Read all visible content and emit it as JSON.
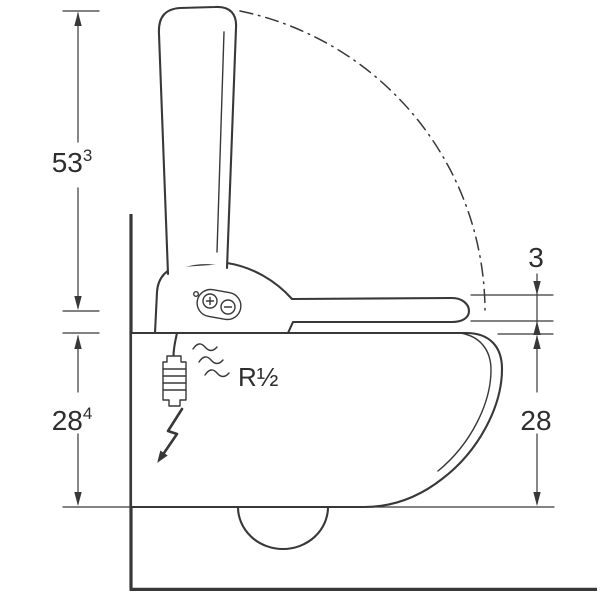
{
  "diagram": {
    "type": "technical-dimension-drawing",
    "subject": "wall-hung shower toilet, side view, lid open",
    "dimensions": {
      "lid_open_height": {
        "value": "53",
        "sup": "3"
      },
      "front_height_left": {
        "value": "28",
        "sup": "4"
      },
      "seat_front_thickness": {
        "value": "3",
        "sup": ""
      },
      "front_height_right": {
        "value": "28",
        "sup": ""
      }
    },
    "labels": {
      "water_connection": "R½"
    },
    "colors": {
      "line": "#383838",
      "background": "#ffffff"
    }
  }
}
